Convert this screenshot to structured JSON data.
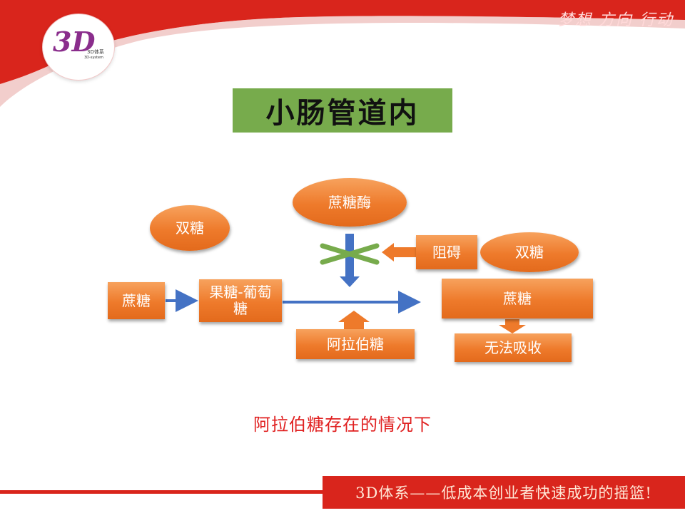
{
  "header": {
    "slogan": "梦想  方向  行动",
    "logo": {
      "mark": "3D",
      "sub_cn": "3D体系",
      "sub_en": "3D-system"
    }
  },
  "title": "小肠管道内",
  "diagram": {
    "nodes": {
      "sucrase": "蔗糖酶",
      "disaccharide_left": "双糖",
      "sucrose_left": "蔗糖",
      "fructose_glucose": "果糖-葡萄糖",
      "block": "阻碍",
      "disaccharide_right": "双糖",
      "sucrose_right": "蔗糖",
      "arabinose": "阿拉伯糖",
      "cannot_absorb": "无法吸收"
    }
  },
  "caption": "阿拉伯糖存在的情况下",
  "footer": "3D体系——低成本创业者快速成功的摇篮!",
  "colors": {
    "brand_red": "#d9251c",
    "node_orange": "#ee7a2b",
    "arrow_blue": "#4472c4",
    "cross_green": "#77ab4c",
    "title_green": "#77ab4c",
    "caption_red": "#e02020"
  }
}
